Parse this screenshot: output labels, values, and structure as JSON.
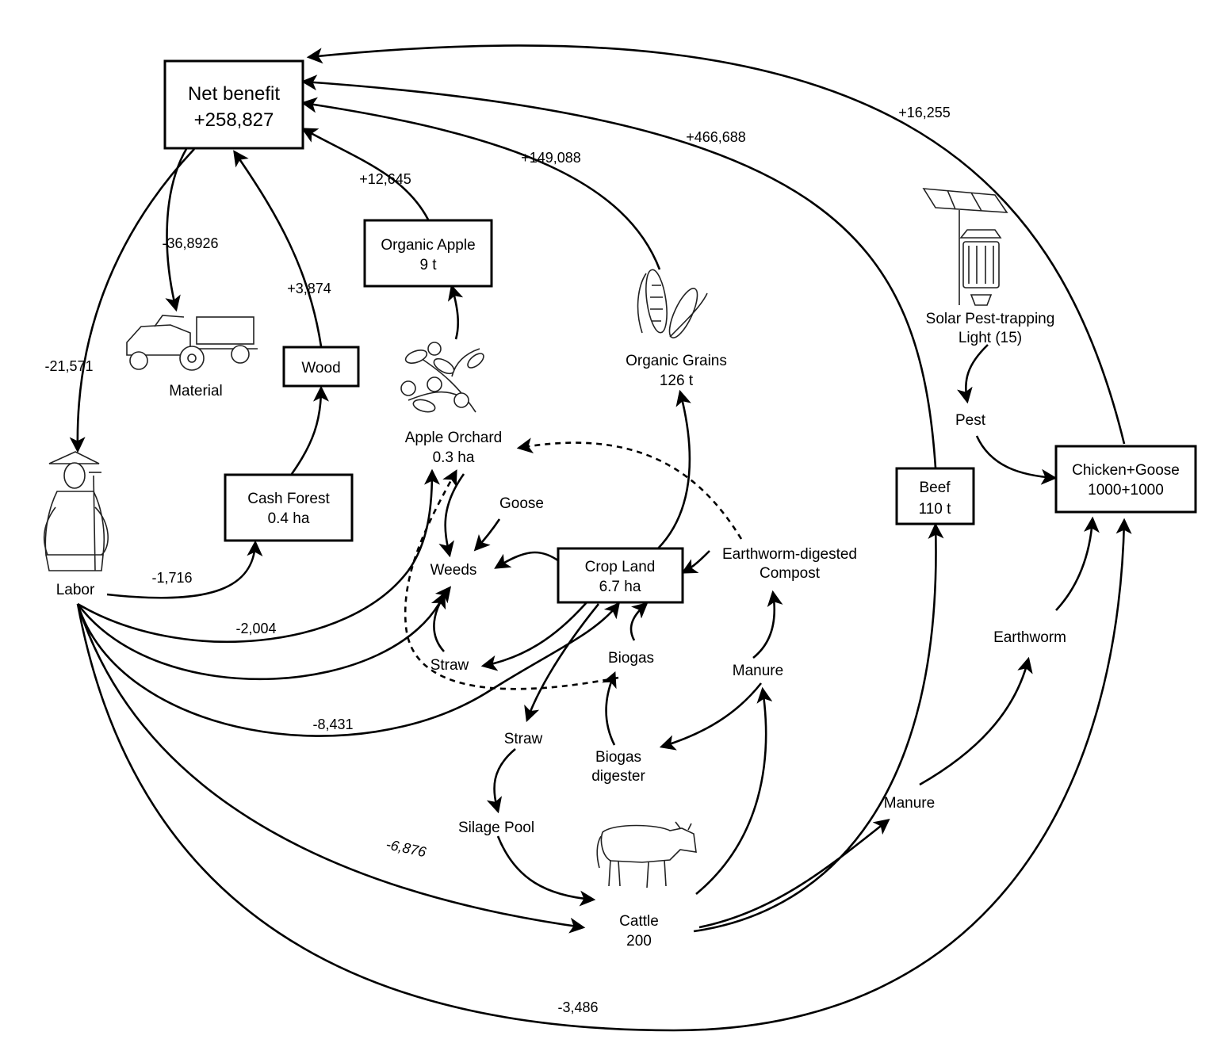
{
  "nodes": {
    "net_benefit": {
      "line1": "Net benefit",
      "line2": "+258,827"
    },
    "organic_apple": {
      "line1": "Organic Apple",
      "line2": "9 t"
    },
    "wood": {
      "line1": "Wood"
    },
    "cash_forest": {
      "line1": "Cash Forest",
      "line2": "0.4 ha"
    },
    "material": {
      "line1": "Material"
    },
    "labor": {
      "line1": "Labor"
    },
    "apple_orchard": {
      "line1": "Apple Orchard",
      "line2": "0.3 ha"
    },
    "organic_grains": {
      "line1": "Organic Grains",
      "line2": "126 t"
    },
    "goose": {
      "line1": "Goose"
    },
    "weeds": {
      "line1": "Weeds"
    },
    "crop_land": {
      "line1": "Crop Land",
      "line2": "6.7 ha"
    },
    "compost": {
      "line1": "Earthworm-digested",
      "line2": "Compost"
    },
    "straw_left": {
      "line1": "Straw"
    },
    "biogas": {
      "line1": "Biogas"
    },
    "manure_center": {
      "line1": "Manure"
    },
    "straw_center": {
      "line1": "Straw"
    },
    "biogas_digester": {
      "line1": "Biogas",
      "line2": "digester"
    },
    "silage_pool": {
      "line1": "Silage Pool"
    },
    "cattle": {
      "line1": "Cattle",
      "line2": "200"
    },
    "solar_light": {
      "line1": "Solar Pest-trapping",
      "line2": "Light (15)"
    },
    "pest": {
      "line1": "Pest"
    },
    "chicken_goose": {
      "line1": "Chicken+Goose",
      "line2": "1000+1000"
    },
    "beef": {
      "line1": "Beef",
      "line2": "110 t"
    },
    "earthworm": {
      "line1": "Earthworm"
    },
    "manure_right": {
      "line1": "Manure"
    }
  },
  "flows": {
    "material": "-36,8926",
    "labor": "-21,571",
    "wood": "+3,874",
    "organic_apple": "+12,645",
    "organic_grains": "+149,088",
    "beef": "+466,688",
    "chicken_goose": "+16,255",
    "cash_forest": "-1,716",
    "apple_orchard": "-2,004",
    "crop_land": "-8,431",
    "cattle": "-6,876",
    "chicken_goose_labor": "-3,486"
  },
  "icons": [
    "farmer-icon",
    "tractor-trailer-icon",
    "apple-branch-icon",
    "corn-icon",
    "solar-lamp-icon",
    "cow-icon"
  ],
  "colors": {
    "ink": "#000000",
    "background": "#ffffff"
  }
}
